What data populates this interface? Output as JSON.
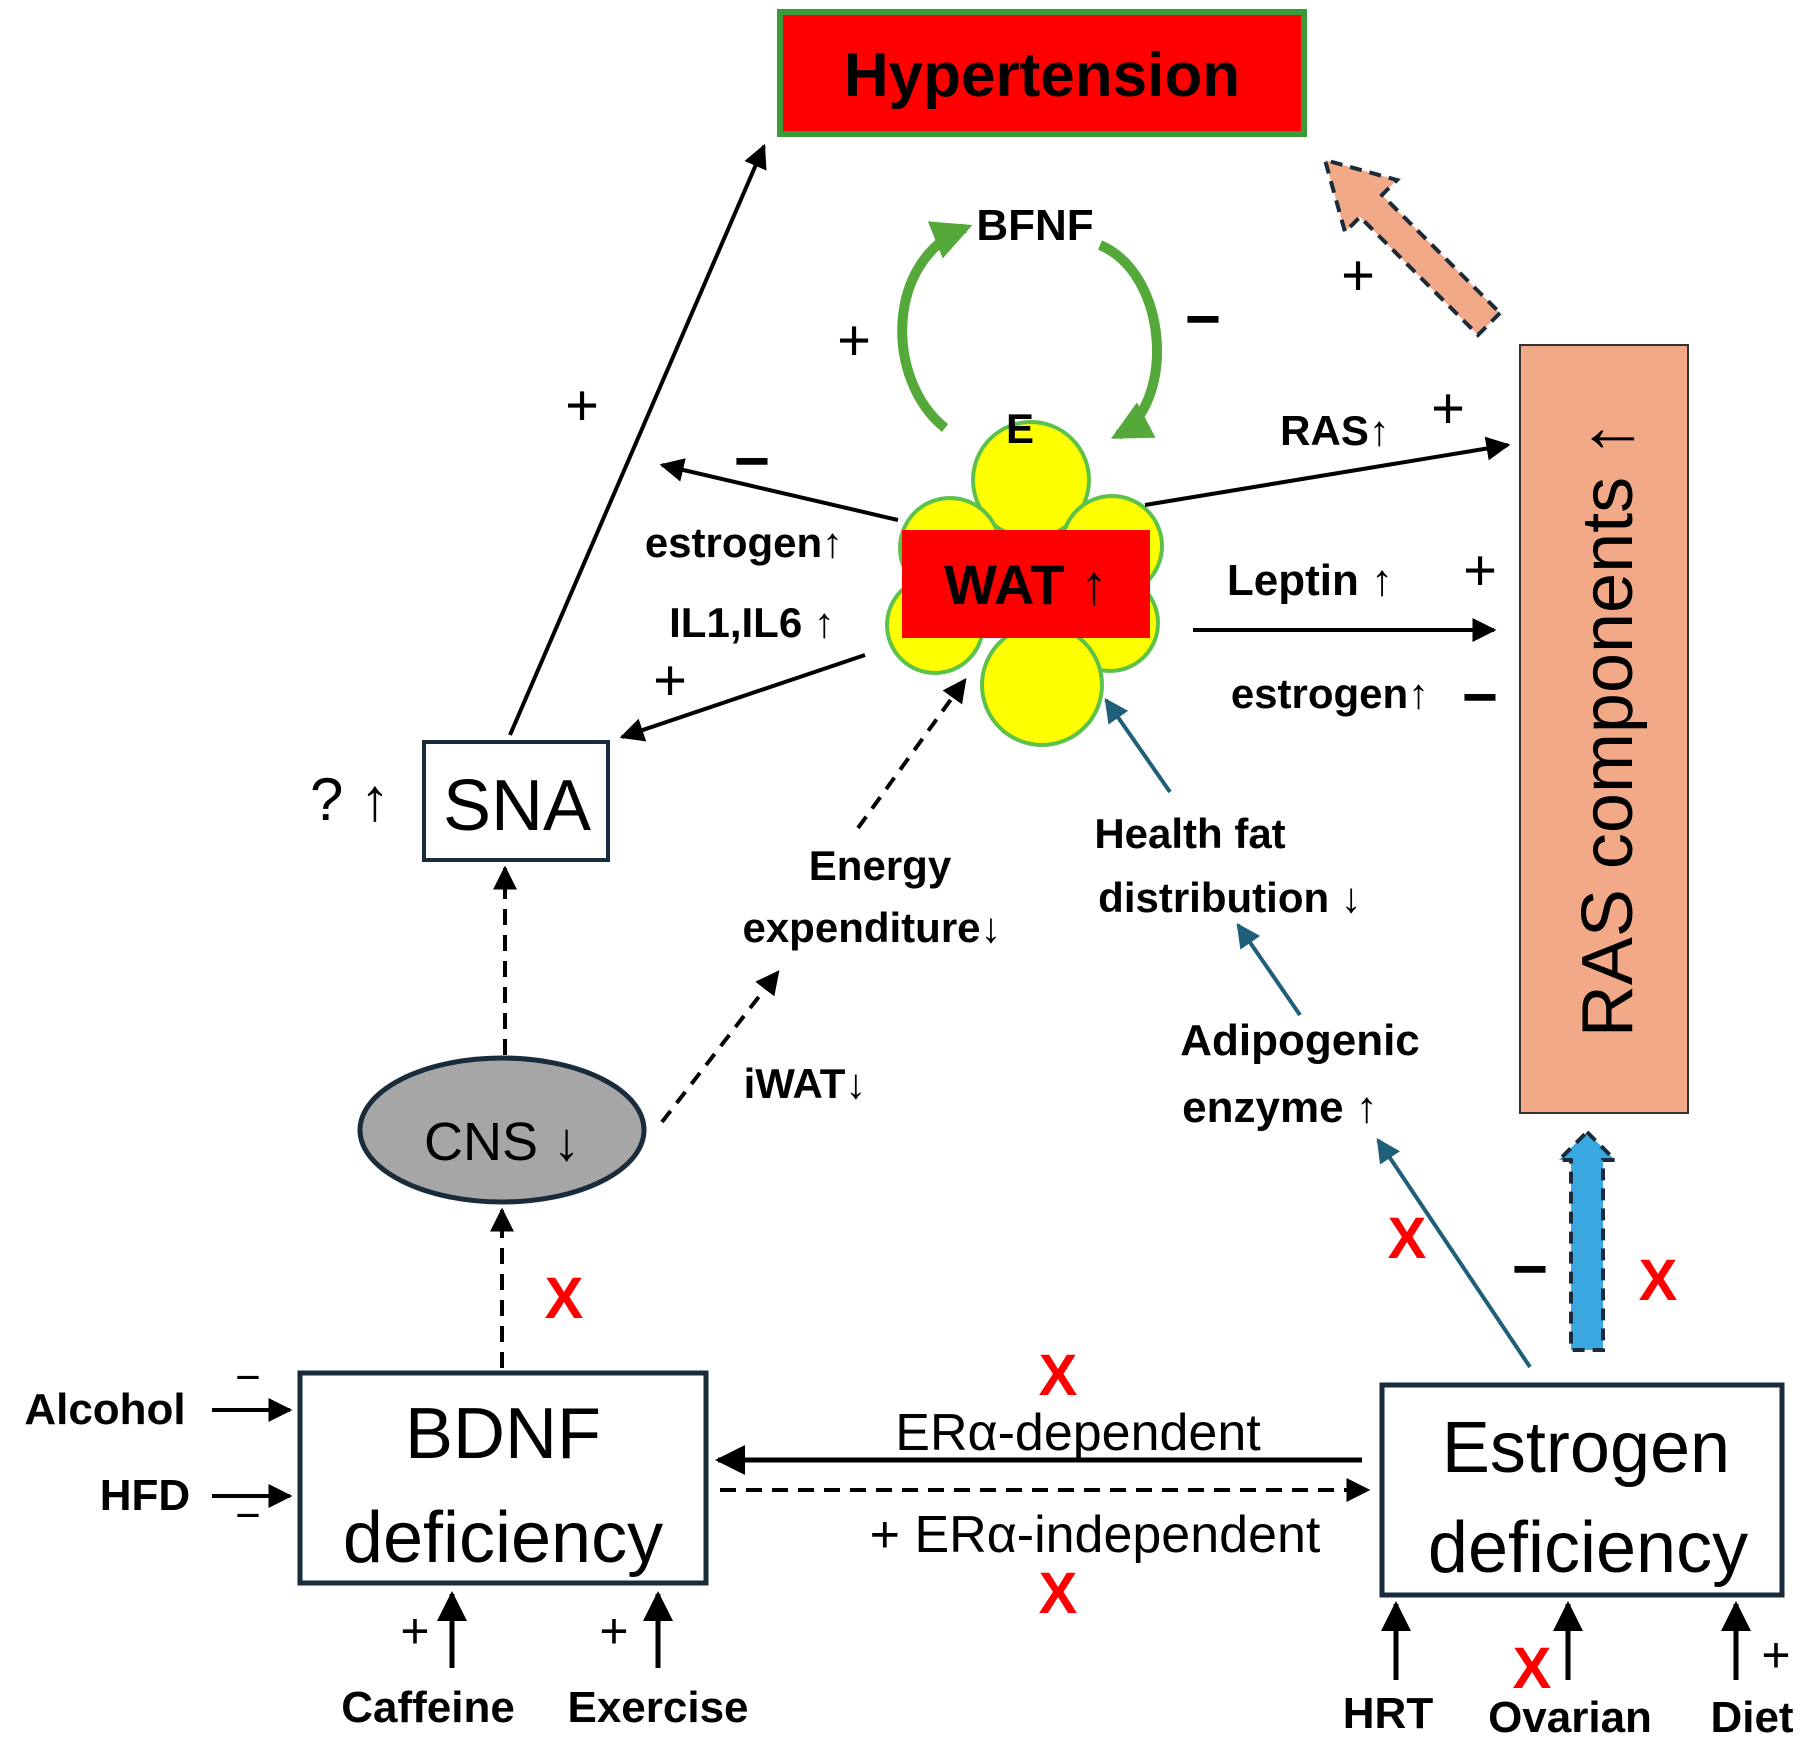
{
  "nodes": {
    "hypertension": "Hypertension",
    "bfnf": "BFNF",
    "e": "E",
    "wat": "WAT ↑",
    "sna": "SNA",
    "sna_prefix": "? ↑",
    "cns": "CNS ↓",
    "ras_components": "RAS components ↑",
    "bdnf_line1": "BDNF",
    "bdnf_line2": "deficiency",
    "estrogen_line1": "Estrogen",
    "estrogen_line2": "deficiency"
  },
  "labels": {
    "plus": "+",
    "minus": "−",
    "x": "X",
    "estrogen_up": "estrogen↑",
    "il1_il6": "IL1,IL6 ↑",
    "ras_up": "RAS↑",
    "leptin_up": "Leptin ↑",
    "health_fat_1": "Health fat",
    "health_fat_2": "distribution ↓",
    "energy_1": "Energy",
    "energy_2": "expenditure↓",
    "iwat": "iWAT↓",
    "adipogenic_1": "Adipogenic",
    "adipogenic_2": "enzyme ↑",
    "era_dependent": "ERα-dependent",
    "era_independent": "+ ERα-independent"
  },
  "inputs": {
    "alcohol": "Alcohol",
    "hfd": "HFD",
    "caffeine": "Caffeine",
    "exercise": "Exercise",
    "hrt": "HRT",
    "ovarian": "Ovarian",
    "diet": "Diet"
  },
  "colors": {
    "hypertension_fill": "#ff0000",
    "hypertension_border": "#3a9a3a",
    "wat_fill": "#ff0000",
    "cell_fill": "#ffff00",
    "cell_border": "#5dc24b",
    "ras_fill": "#f2a988",
    "cns_fill": "#a6a6a6",
    "blue_arrow": "#1f5f7a",
    "green_arrow": "#55a83a",
    "cyan_arrow": "#3aa8e0",
    "x_mark": "#ff0000"
  }
}
